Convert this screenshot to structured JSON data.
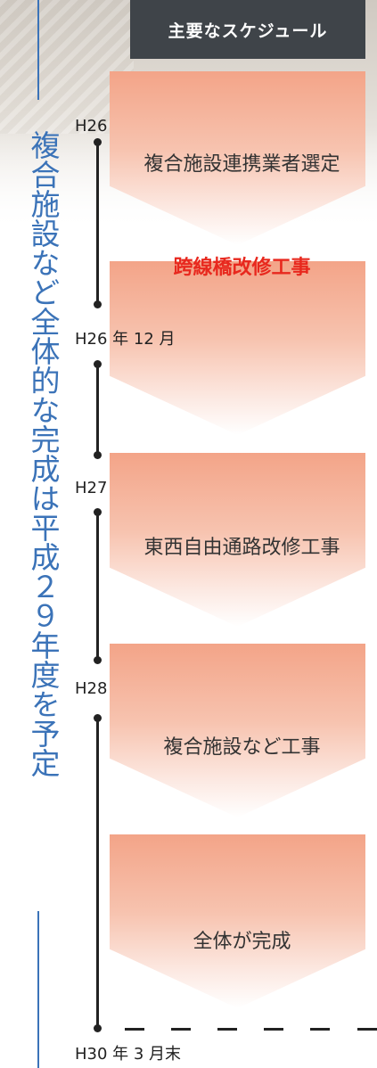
{
  "header": {
    "title": "主要なスケジュール"
  },
  "side_text": "複合施設など全体的な完成は平成２９年度を予定",
  "dates": {
    "d1": "H26",
    "d2": "H26 年 12 月",
    "d3": "H27",
    "d4": "H28",
    "d5": "H30 年 3 月末"
  },
  "steps": [
    {
      "label": "複合施設連携業者選定",
      "highlight": false
    },
    {
      "label": "跨線橋改修工事",
      "highlight": true
    },
    {
      "label": "東西自由通路改修工事",
      "highlight": false
    },
    {
      "label": "複合施設など工事",
      "highlight": false
    },
    {
      "label": "全体が完成",
      "highlight": false
    }
  ],
  "colors": {
    "accent_blue": "#3b73b8",
    "header_bg": "#3f4449",
    "highlight_red": "#e8281e",
    "arrow_top": "#f3a488"
  }
}
